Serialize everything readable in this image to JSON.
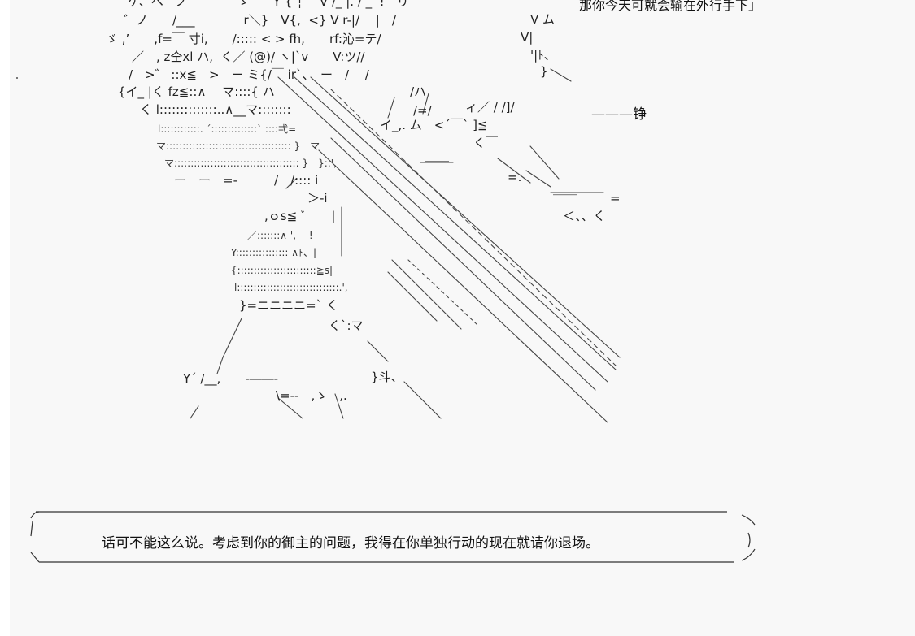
{
  "caption_top": "那你今天可就会输在外行手下」",
  "sound_effect": "———铮",
  "dialogue": "话可不能这么说。考虑到你的御主的问题，我得在你单独行动的现在就请你退场。",
  "art_fragments": [
    "ゲ、へ　ノ　　゛　ゝ　　Y { ┆　 V /_ |. / _  !　リ",
    "゛ノ　　/___　　　　r＼}　V{,  <} V r-|/　 |　/",
    "ゞ ,’　　,f=￣ 寸i,　　/::::: < > fh,　　rf:沁=テ/",
    "／　, z仝xl ハ,  く／ (@)/ ヽ|`v　　V:ツ//",
    "/　>゛ ::x≦　>　ー ミ{/￣ ir`、　ー　/　 /",
    "{イ_ |く fz≦::∧　 マ::::{ ハ",
    "く l::::::::::::::..∧__マ::::::::",
    "l::::::::::::. ´::::::::::::::` ::::弌=",
    "マ:::::::::::::::::::::::::::::::::::::: }　マ",
    "マ:::::::::::::::::::::::::::::::::::::: }　}::',",
    "ー　ー　=-　　　/　/:::: i",
    "＞-i",
    ",ｏs≦ ﾞ　　|",
    "／:::::::∧ ',　 !",
    "Y:::::::::::::::: ∧ﾄ、|",
    "{::::::::::::::::::::::::≧s|",
    "l:::::::::::::::::::::::::::::::.',",
    "}=ニニニニ=` く",
    "く`:マ",
    "}斗、",
    "Y´ /__,　　-――-",
    "\\=--　,ゝ　,.",
    "V ム",
    "V|",
    "'|ﾄ、",
    "}",
    "イ_,. ム　<´￣` ]≦",
    "く￣",
    "――",
    "＿＿",
    "=.",
    "＜、、く",
    "/ハ",
    "/=/",
    "ィ／ / /]/"
  ]
}
